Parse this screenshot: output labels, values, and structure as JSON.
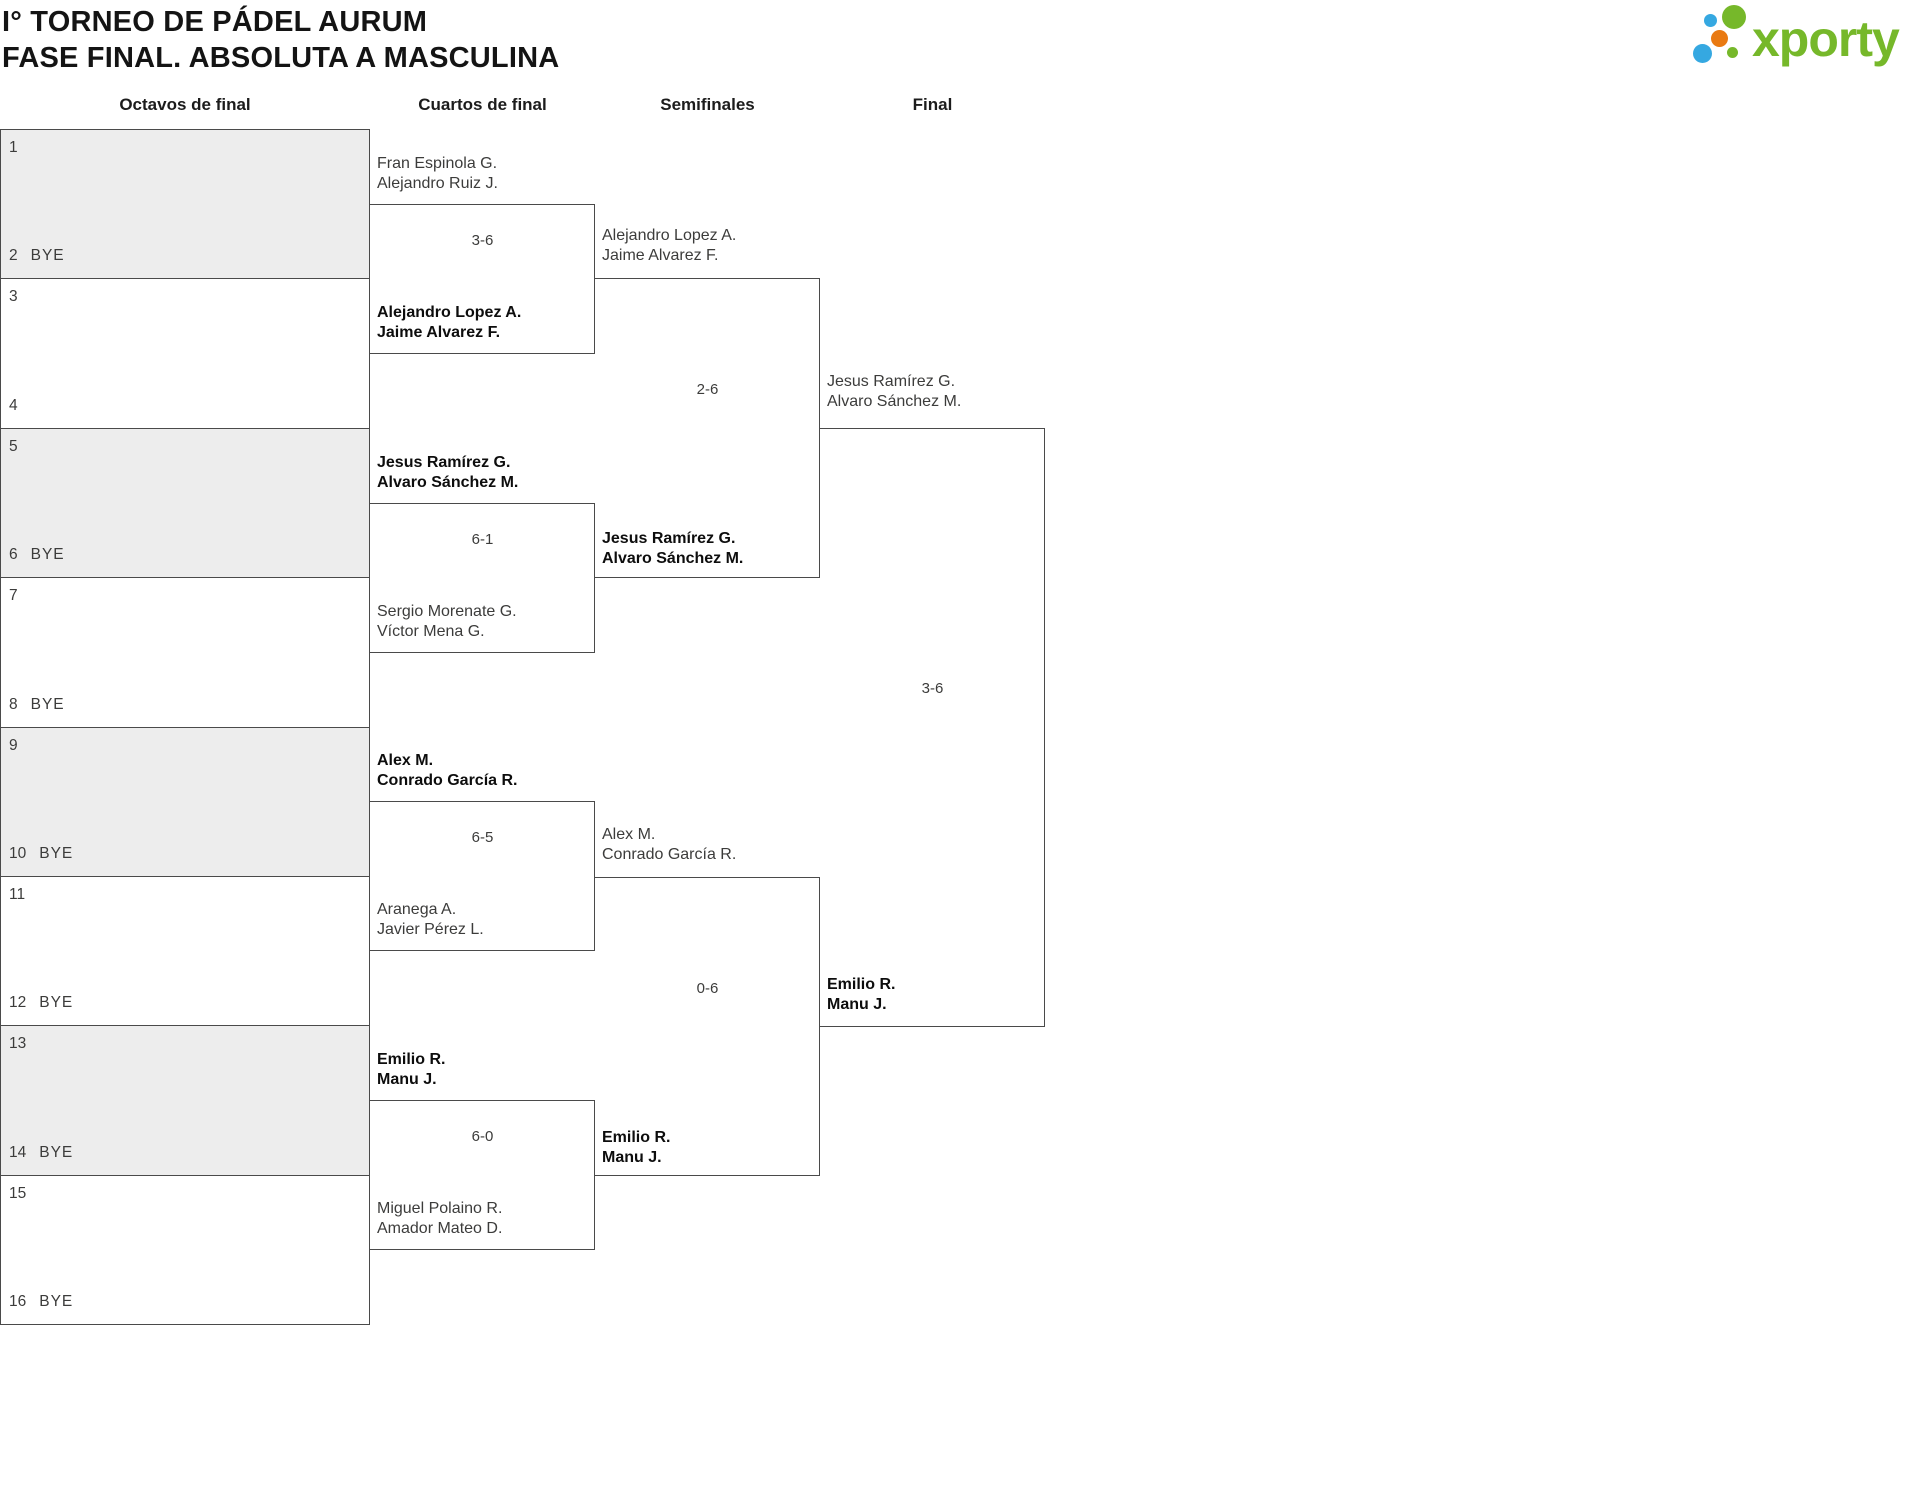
{
  "header": {
    "title_line1": "I° TORNEO DE PÁDEL AURUM",
    "title_line2": "FASE FINAL. ABSOLUTA A MASCULINA",
    "logo_text": "xporty"
  },
  "columns": [
    "Octavos de final",
    "Cuartos de final",
    "Semifinales",
    "Final"
  ],
  "octavos": {
    "slots": [
      {
        "num": "1",
        "bye": ""
      },
      {
        "num": "2",
        "bye": "BYE"
      },
      {
        "num": "3",
        "bye": ""
      },
      {
        "num": "4",
        "bye": ""
      },
      {
        "num": "5",
        "bye": ""
      },
      {
        "num": "6",
        "bye": "BYE"
      },
      {
        "num": "7",
        "bye": ""
      },
      {
        "num": "8",
        "bye": "BYE"
      },
      {
        "num": "9",
        "bye": ""
      },
      {
        "num": "10",
        "bye": "BYE"
      },
      {
        "num": "11",
        "bye": ""
      },
      {
        "num": "12",
        "bye": "BYE"
      },
      {
        "num": "13",
        "bye": ""
      },
      {
        "num": "14",
        "bye": "BYE"
      },
      {
        "num": "15",
        "bye": ""
      },
      {
        "num": "16",
        "bye": "BYE"
      }
    ]
  },
  "matches": {
    "cuartos": [
      {
        "top": [
          "Fran Espinola G.",
          "Alejandro Ruiz J."
        ],
        "bottom": [
          "Alejandro Lopez A.",
          "Jaime Alvarez F."
        ],
        "score": "3-6",
        "winner": "bottom"
      },
      {
        "top": [
          "Jesus Ramírez G.",
          "Alvaro Sánchez M."
        ],
        "bottom": [
          "Sergio Morenate G.",
          "Víctor Mena G."
        ],
        "score": "6-1",
        "winner": "top"
      },
      {
        "top": [
          "Alex M.",
          "Conrado García R."
        ],
        "bottom": [
          "Aranega A.",
          "Javier Pérez L."
        ],
        "score": "6-5",
        "winner": "top"
      },
      {
        "top": [
          "Emilio R.",
          "Manu J."
        ],
        "bottom": [
          "Miguel Polaino R.",
          "Amador Mateo D."
        ],
        "score": "6-0",
        "winner": "top"
      }
    ],
    "semifinales": [
      {
        "top": [
          "Alejandro Lopez A.",
          "Jaime Alvarez F."
        ],
        "bottom": [
          "Jesus Ramírez G.",
          "Alvaro Sánchez M."
        ],
        "score": "2-6",
        "winner": "bottom"
      },
      {
        "top": [
          "Alex M.",
          "Conrado García R."
        ],
        "bottom": [
          "Emilio R.",
          "Manu J."
        ],
        "score": "0-6",
        "winner": "bottom"
      }
    ],
    "final": [
      {
        "top": [
          "Jesus Ramírez G.",
          "Alvaro Sánchez M."
        ],
        "bottom": [
          "Emilio R.",
          "Manu J."
        ],
        "score": "3-6",
        "winner": "bottom"
      }
    ]
  },
  "colors": {
    "accent_green": "#76b82a",
    "accent_blue": "#35a8e1",
    "accent_orange": "#e97a12",
    "border": "#4a4a4a",
    "shaded_row": "#ededed",
    "text": "#3c3c3b"
  }
}
